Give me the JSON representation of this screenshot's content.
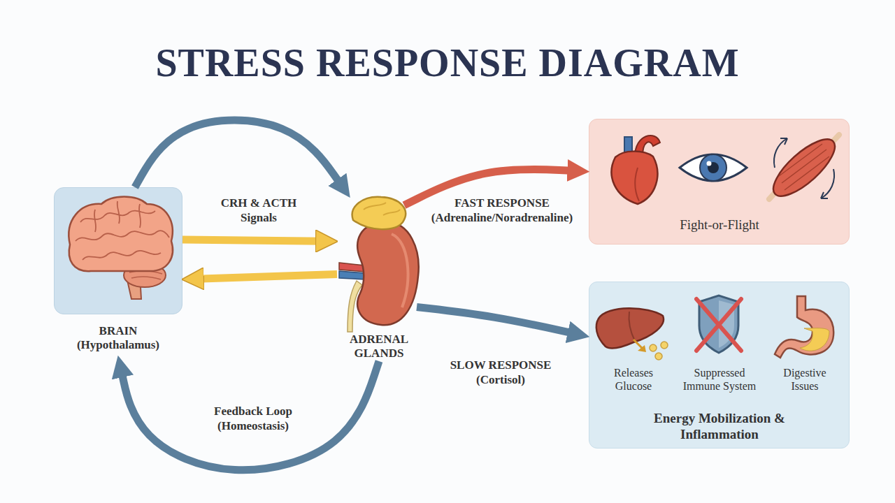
{
  "diagram": {
    "title": "STRESS RESPONSE DIAGRAM",
    "nodes": [
      {
        "text": [
          "BRAIN (Hypothalamus)"
        ]
      },
      {
        "text": [
          "ADRENAL GLANDS"
        ]
      },
      {
        "text": [
          "Fight-or-Flight"
        ]
      },
      {
        "text": [
          "Releases Glucose",
          "Suppressed Immune System",
          "Digestive Issues",
          "Energy Mobilization & Inflammation"
        ]
      }
    ],
    "edges": [
      {
        "from": 0,
        "to": 1,
        "arrow": "to"
      },
      {
        "from": 0,
        "to": 1,
        "label": "CRH & ACTH Signals",
        "arrow": "to"
      },
      {
        "from": 1,
        "to": 0,
        "arrow": "to"
      },
      {
        "from": 1,
        "to": 2,
        "label": "FAST RESPONSE (Adrenaline/Noradrenaline)",
        "arrow": "to"
      },
      {
        "from": 1,
        "to": 3,
        "label": "SLOW RESPONSE (Cortisol)",
        "arrow": "to"
      },
      {
        "from": 1,
        "to": 0,
        "label": "Feedback Loop (Homeostasis)",
        "arrow": "to"
      }
    ]
  }
}
